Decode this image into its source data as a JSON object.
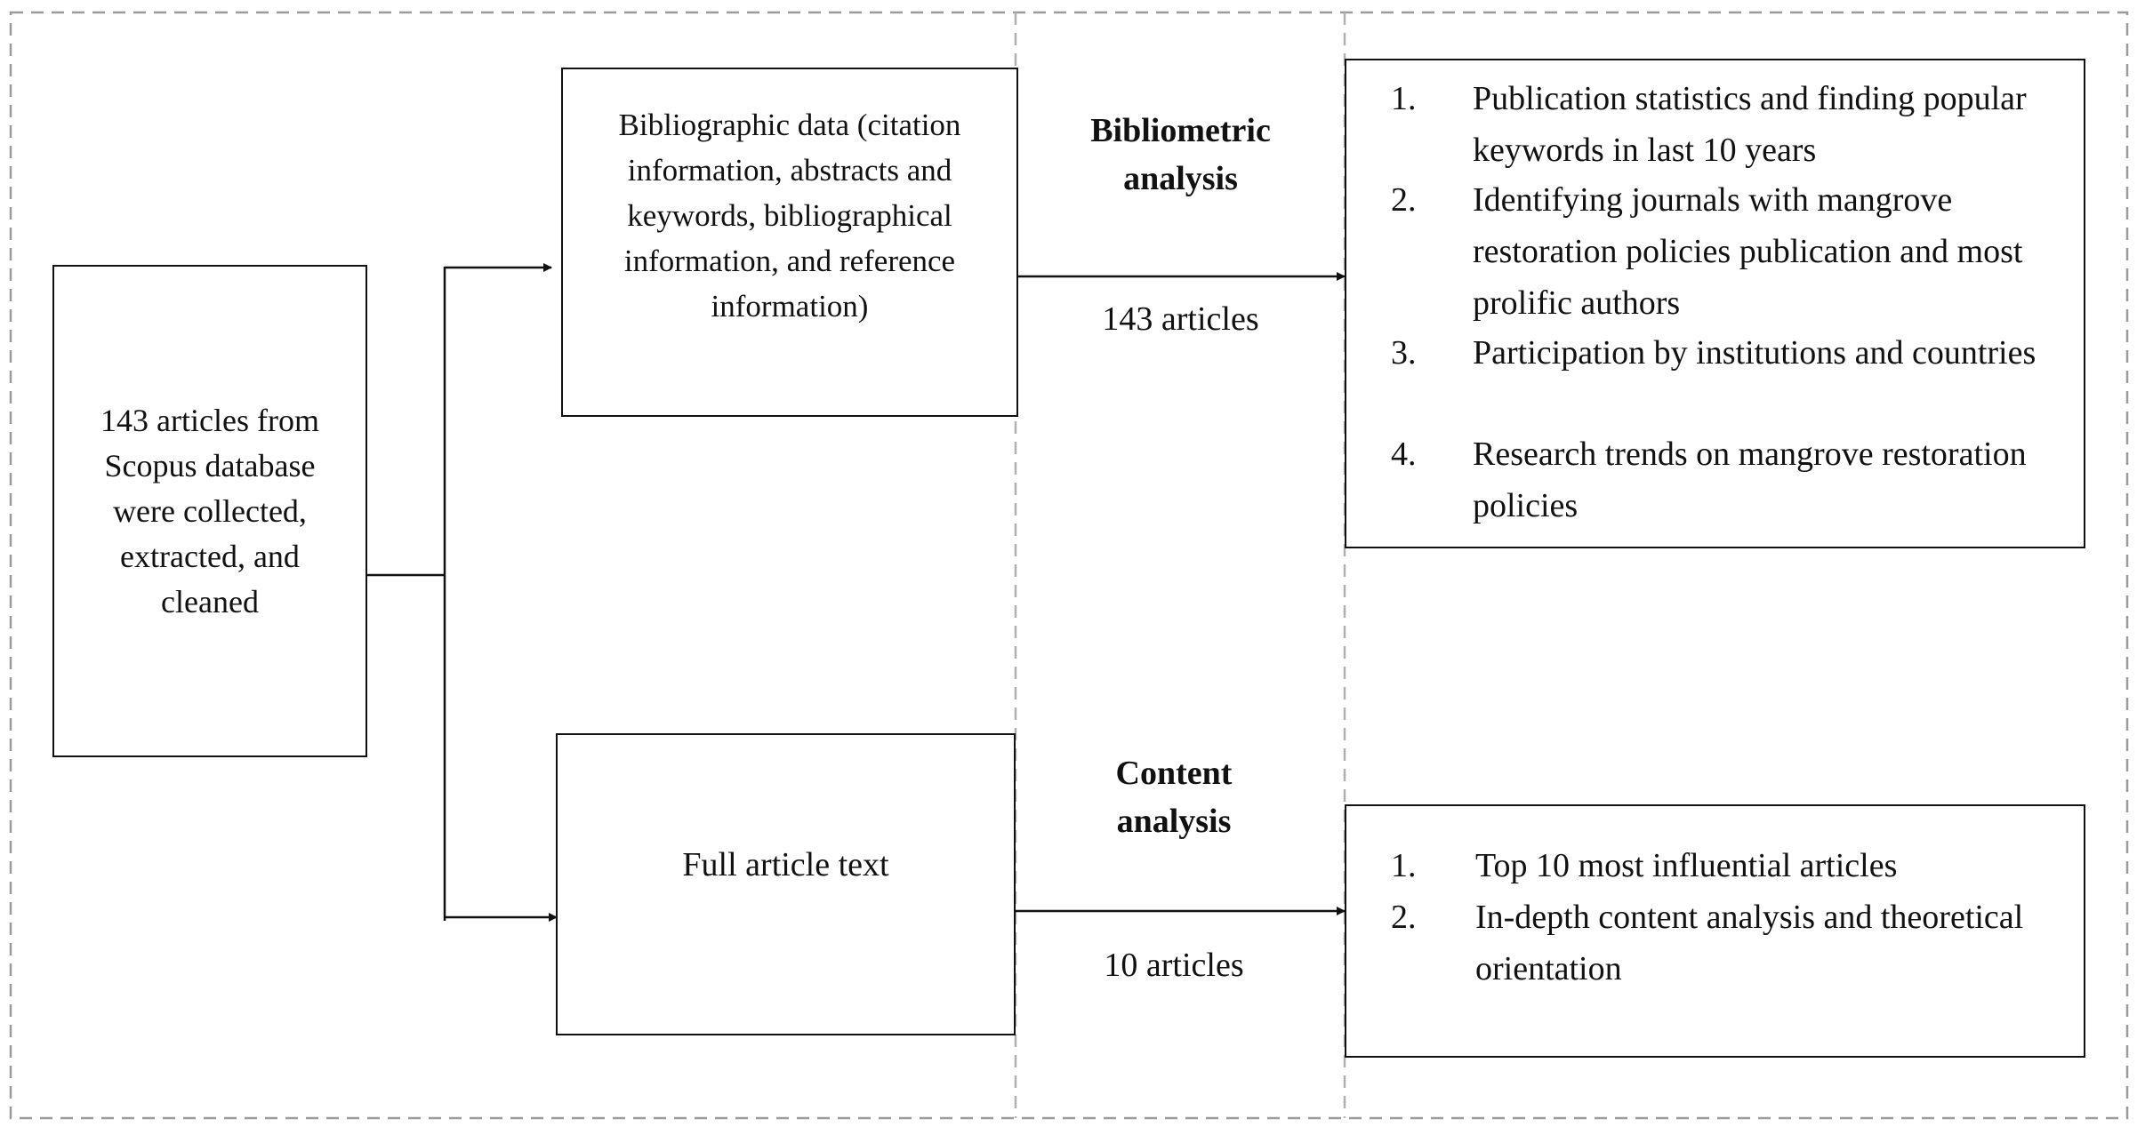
{
  "source": {
    "text": "143 articles from Scopus database were collected, extracted, and cleaned"
  },
  "bibliographic": {
    "text": "Bibliographic data (citation information, abstracts and keywords, bibliographical information, and reference information)"
  },
  "fulltext": {
    "text": "Full article text"
  },
  "bibliometric": {
    "title": "Bibliometric analysis",
    "count": "143 articles",
    "results": [
      {
        "num": "1.",
        "text": "Publication statistics and finding popular keywords in last 10 years"
      },
      {
        "num": "2.",
        "text": "Identifying journals with mangrove restoration policies publication and most prolific authors"
      },
      {
        "num": "3.",
        "text": "Participation by institutions and countries"
      },
      {
        "num": "4.",
        "text": "Research trends on mangrove restoration policies"
      }
    ]
  },
  "content": {
    "title": "Content analysis",
    "count": "10 articles",
    "results": [
      {
        "num": "1.",
        "text": "Top 10 most influential articles"
      },
      {
        "num": "2.",
        "text": "In-depth content analysis and theoretical orientation"
      }
    ]
  }
}
